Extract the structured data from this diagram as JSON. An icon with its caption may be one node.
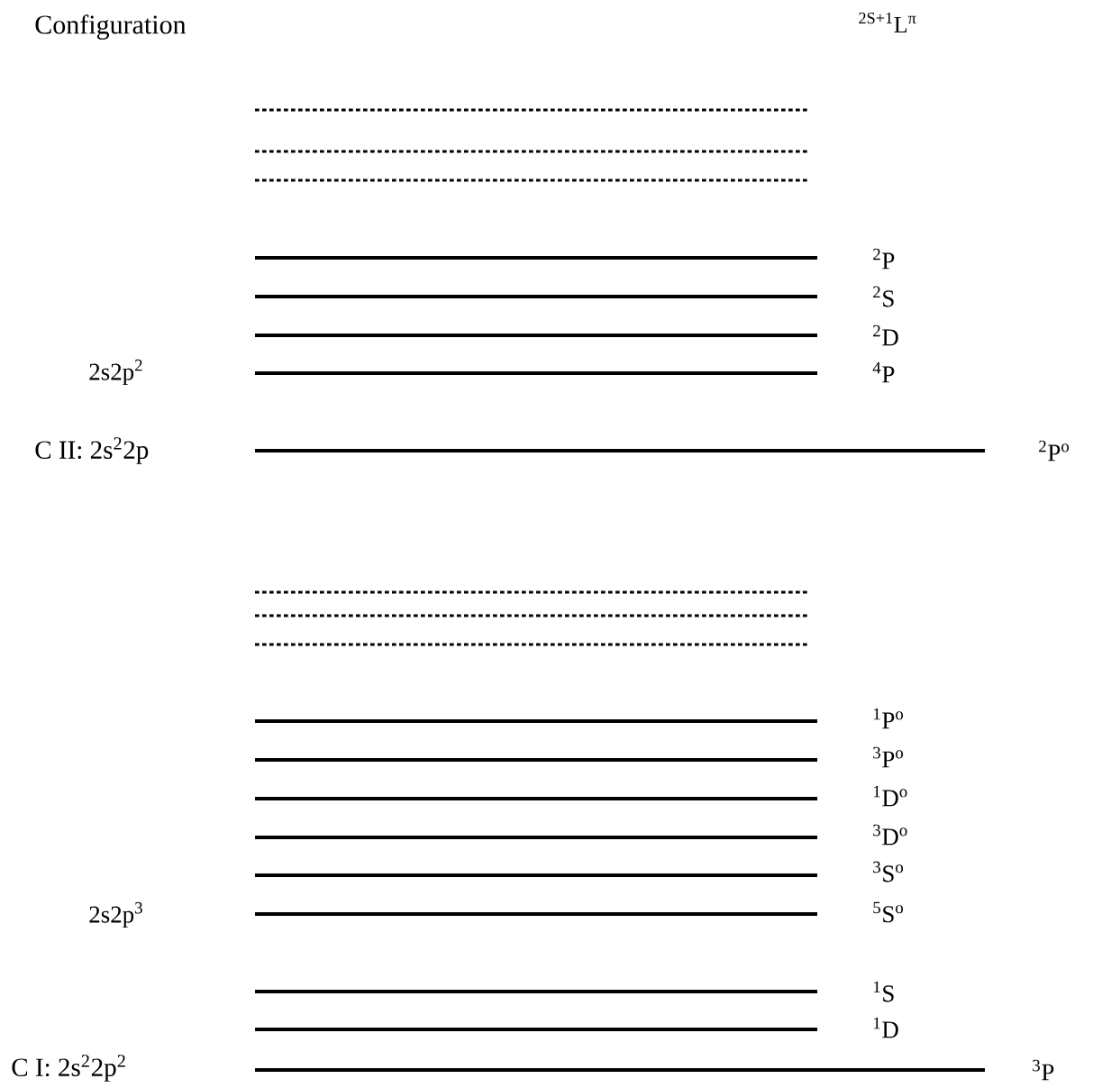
{
  "diagram": {
    "labels": [
      "Configuration",
      "$^{2S+1}$L$^{π}$",
      "$^{2}$P",
      "$^{2}$S",
      "$^{2}$D",
      "2s2p$^{2}$",
      "$^{4}$P",
      "C II: 2s$^{2}$2p",
      "$^{2}$P$^{o}$",
      "$^{1}$P$^{o}$",
      "$^{3}$P$^{o}$",
      "$^{1}$D$^{o}$",
      "$^{3}$D$^{o}$",
      "$^{3}$S$^{o}$",
      "2s2p$^{3}$",
      "$^{5}$S$^{o}$",
      "$^{1}$S",
      "$^{1}$D",
      "C I: 2s$^{2}$2p$^{2}$",
      "$^{3}$P"
    ]
  }
}
